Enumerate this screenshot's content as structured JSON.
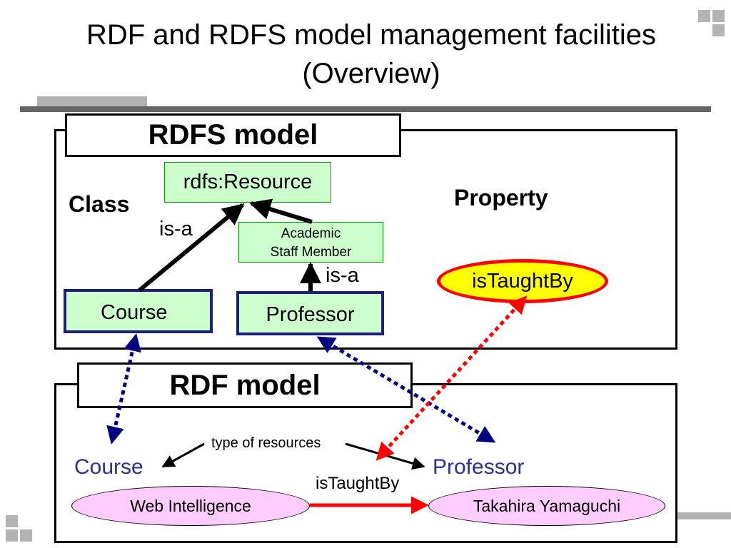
{
  "slide": {
    "title_line1": "RDF and RDFS model management facilities",
    "title_line2": "(Overview)"
  },
  "rdfs": {
    "heading": "RDFS model",
    "class_label": "Class",
    "property_label": "Property",
    "resource": "rdfs:Resource",
    "academic_line1": "Academic",
    "academic_line2": "Staff Member",
    "course": "Course",
    "professor": "Professor",
    "is_a_1": "is-a",
    "is_a_2": "is-a",
    "property_node": "isTaughtBy"
  },
  "rdf": {
    "heading": "RDF model",
    "type_of_resources": "type of resources",
    "course": "Course",
    "professor": "Professor",
    "web_intelligence": "Web Intelligence",
    "takahira": "Takahira Yamaguchi",
    "is_taught_by": "isTaughtBy"
  },
  "colors": {
    "green_fill": "#ccffcc",
    "class_border": "#1f1f7a",
    "property_fill": "#ffff00",
    "property_border": "#ff0000",
    "instance_fill": "#ffccff",
    "blue_text": "#2e3192",
    "dotted_blue": "#000080",
    "dotted_red": "#ff0000"
  }
}
